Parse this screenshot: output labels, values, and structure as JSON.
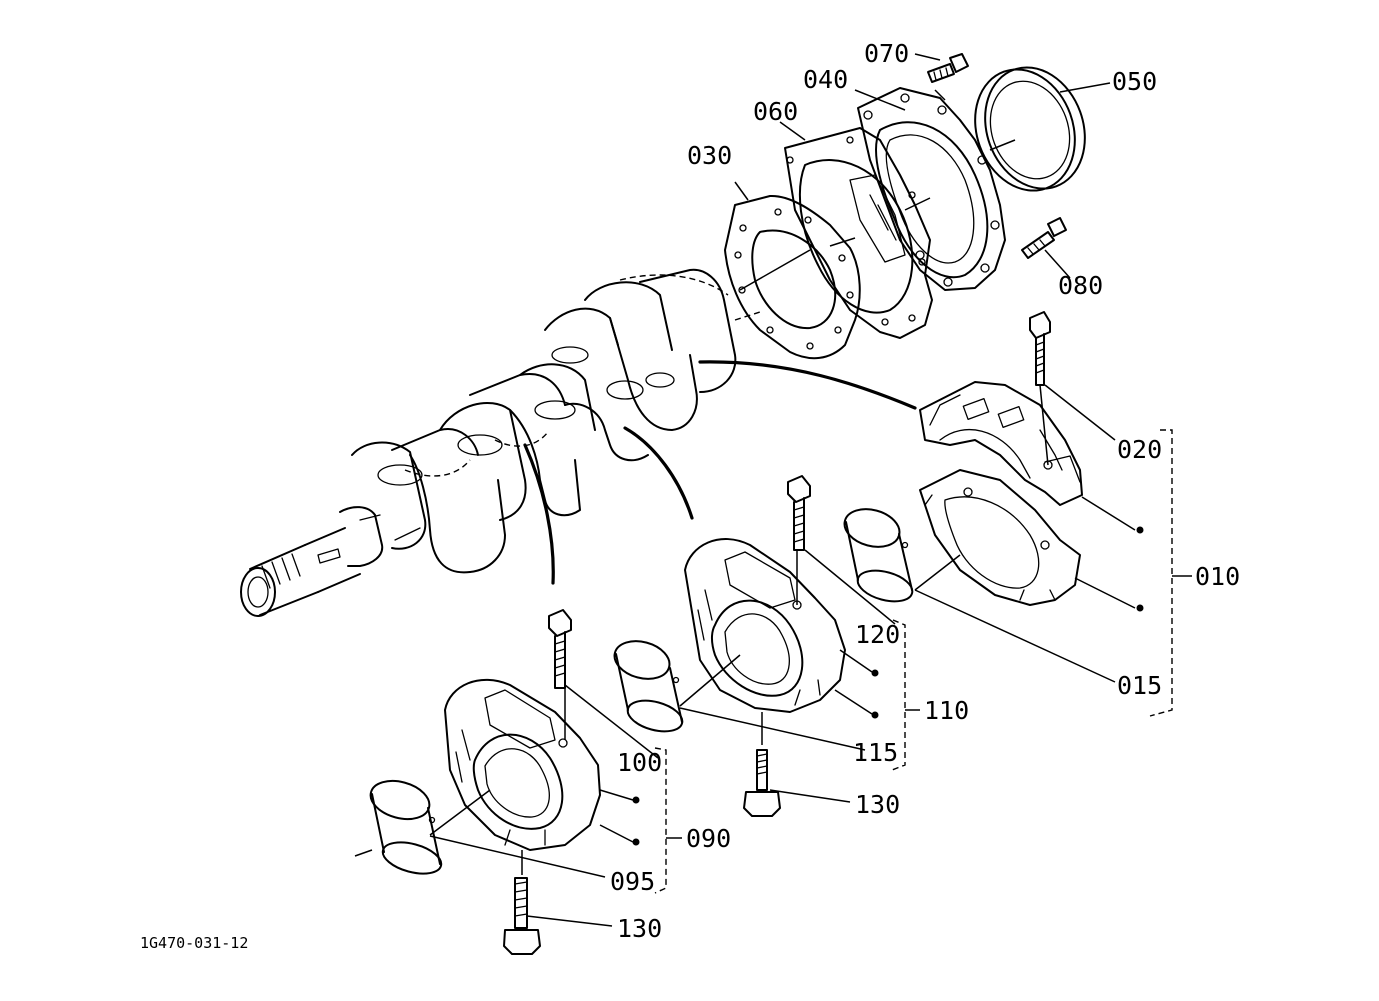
{
  "diagram": {
    "drawing_code": "1G470-031-12",
    "labels": {
      "p010": "010",
      "p015": "015",
      "p020": "020",
      "p030": "030",
      "p040": "040",
      "p050": "050",
      "p060": "060",
      "p070": "070",
      "p080": "080",
      "p090": "090",
      "p095": "095",
      "p100": "100",
      "p110": "110",
      "p115": "115",
      "p120": "120",
      "p130a": "130",
      "p130b": "130"
    }
  }
}
